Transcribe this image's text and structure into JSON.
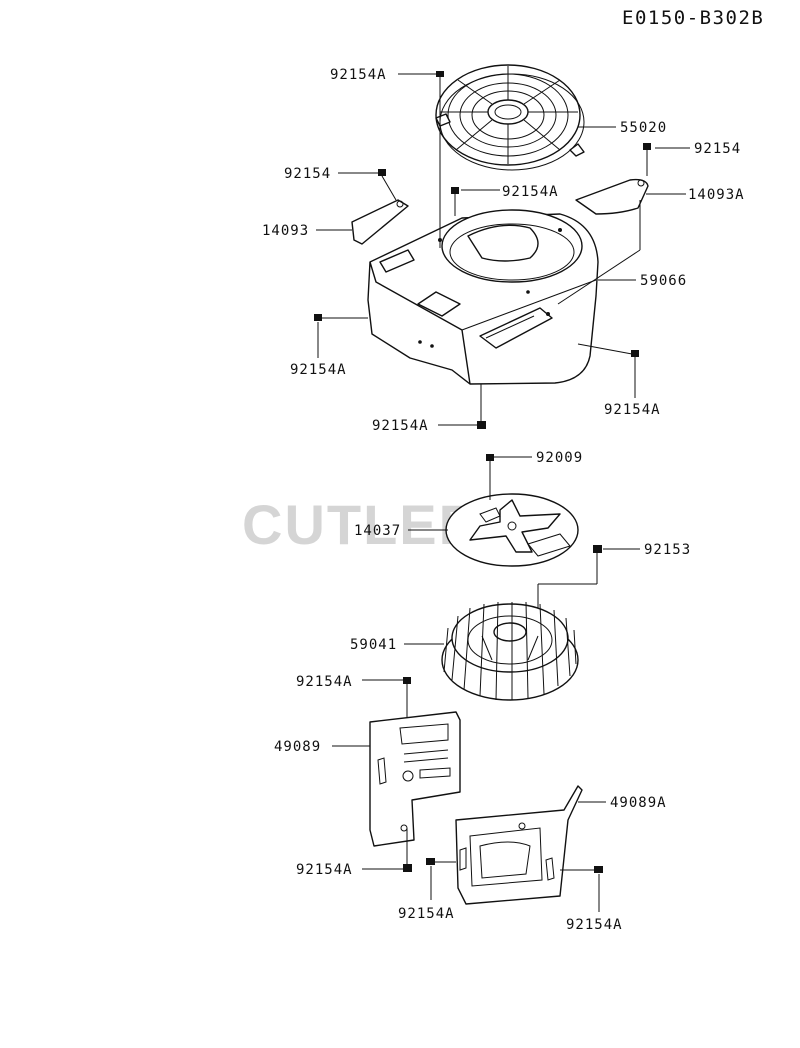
{
  "diagram_code": "E0150-B302B",
  "watermark": "CUTLER",
  "labels": {
    "l_92154A_top": "92154A",
    "l_55020": "55020",
    "l_92154_right": "92154",
    "l_92154_left": "92154",
    "l_92154A_mid": "92154A",
    "l_14093A": "14093A",
    "l_14093": "14093",
    "l_59066": "59066",
    "l_92154A_housing_left": "92154A",
    "l_92154A_housing_right": "92154A",
    "l_92154A_housing_bottom": "92154A",
    "l_92009": "92009",
    "l_14037": "14037",
    "l_92153": "92153",
    "l_59041": "59041",
    "l_92154A_cover_top": "92154A",
    "l_49089": "49089",
    "l_49089A": "49089A",
    "l_92154A_cover_bottom": "92154A",
    "l_92154A_coverA_left": "92154A",
    "l_92154A_coverA_right": "92154A"
  }
}
